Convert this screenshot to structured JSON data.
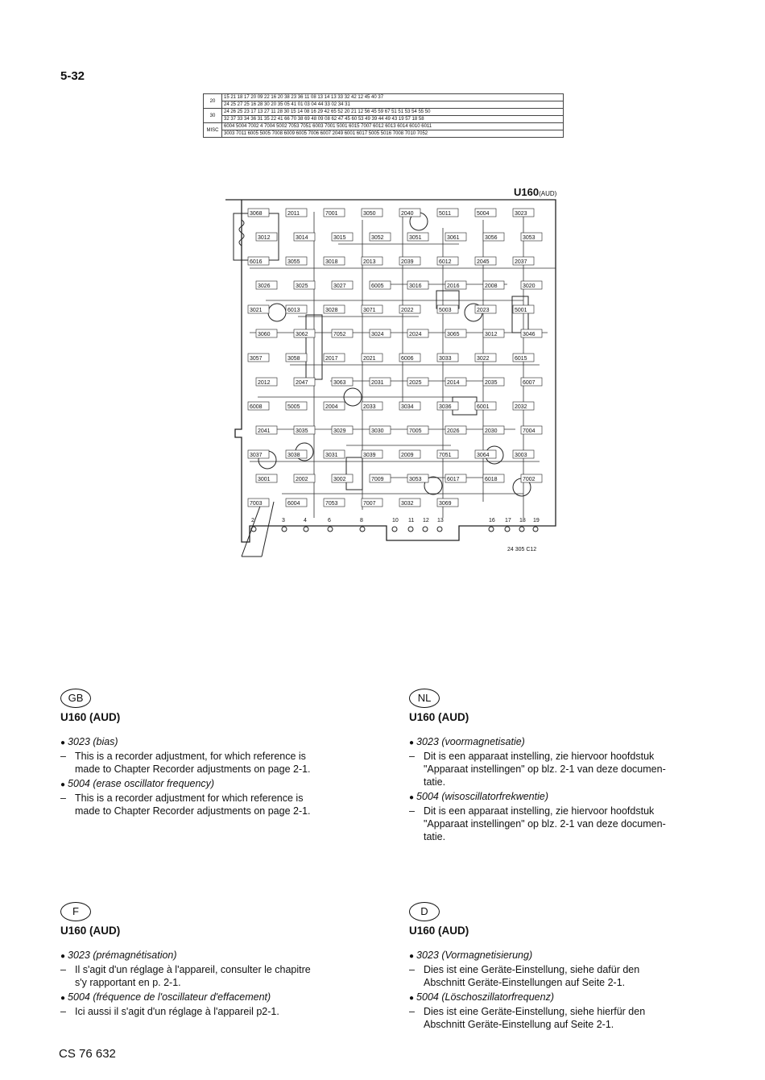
{
  "page_number": "5-32",
  "footer_code": "CS 76 632",
  "grid_table": {
    "rows": [
      {
        "label": "20",
        "lines": [
          "15  21 18  17 20 09  22  16 20 38 23      36 11  08  13        14          13  33  32          42  12          45  40  37",
          "24  25                   27 25    16  28    30  20      35     05  41 01  03 04  44   33   02                             34          31"
        ]
      },
      {
        "label": "30",
        "lines": [
          "24  26 25   23  17 13 27 11 28 30 15 14 08 16 29      42   65 52   20  21 12 56 45 59 67 51 51 53  54 55 50",
          "32  37 33  34  36      31 35 22  41 66 70  38  69 48 09 08 62  47  45           60  53 49 39   44   49  43  19  57 18  58"
        ]
      },
      {
        "label": "MISC",
        "lines": [
          "6004 5004 7002 4 7004    5002  7053         7051              6003  7001 5001  6015 7007 6012   6013        6014  6010 6011",
          "3003         7011   6005  5005 7008 6009 6005 7006 6007 2049 6001 6017   5005   5016  7008  7010  7052"
        ]
      }
    ]
  },
  "board": {
    "title": "U160",
    "title_suffix": "(AUD)",
    "code": "24 305 C12",
    "components": [
      "3068",
      "2011",
      "7001",
      "3050",
      "2040",
      "5011",
      "5004",
      "3023",
      "3012",
      "3014",
      "3015",
      "3052",
      "3051",
      "3061",
      "3056",
      "3053",
      "6016",
      "3055",
      "3018",
      "2013",
      "2039",
      "6012",
      "2045",
      "2037",
      "3026",
      "3025",
      "3027",
      "6005",
      "3016",
      "2016",
      "2008",
      "3020",
      "3021",
      "6013",
      "3028",
      "3071",
      "2022",
      "5003",
      "2023",
      "5001",
      "3060",
      "3062",
      "7052",
      "3024",
      "2024",
      "3065",
      "3012",
      "3046",
      "3057",
      "3058",
      "2017",
      "2021",
      "6006",
      "3033",
      "3022",
      "6015",
      "2012",
      "2047",
      "3063",
      "2031",
      "2025",
      "2014",
      "2035",
      "6007",
      "6008",
      "5005",
      "2004",
      "2033",
      "3034",
      "3036",
      "6001",
      "2032",
      "2041",
      "3035",
      "3029",
      "3030",
      "7005",
      "2026",
      "2030",
      "7004",
      "3037",
      "3038",
      "3031",
      "3039",
      "2009",
      "7051",
      "3064",
      "3003",
      "3001",
      "2002",
      "3002",
      "7009",
      "3053",
      "6017",
      "6018",
      "7002",
      "7003",
      "6004",
      "7053",
      "7007",
      "3032",
      "3069"
    ],
    "pins": [
      "2",
      "3",
      "4",
      "6",
      "8",
      "10",
      "11",
      "12",
      "13",
      "16",
      "17",
      "18",
      "19"
    ]
  },
  "blocks": [
    {
      "lang": "GB",
      "title": "U160 (AUD)",
      "items": [
        {
          "head": "3023 (bias)",
          "lines": [
            "This is a recorder adjustment, for which reference is",
            "made to Chapter Recorder adjustments on page 2-1."
          ]
        },
        {
          "head": "5004 (erase oscillator frequency)",
          "lines": [
            "This is a recorder adjustment for which reference is",
            "made to Chapter Recorder adjustments on page 2-1."
          ]
        }
      ]
    },
    {
      "lang": "NL",
      "title": "U160 (AUD)",
      "items": [
        {
          "head": "3023 (voormagnetisatie)",
          "lines": [
            "Dit is een apparaat instelling, zie hiervoor hoofdstuk",
            "\"Apparaat instellingen\" op blz. 2-1 van deze documen-",
            "tatie."
          ]
        },
        {
          "head": "5004 (wisoscillatorfrekwentie)",
          "lines": [
            "Dit is een apparaat instelling, zie hiervoor hoofdstuk",
            "\"Apparaat instellingen\" op blz. 2-1 van deze documen-",
            "tatie."
          ]
        }
      ]
    },
    {
      "lang": "F",
      "title": "U160 (AUD)",
      "items": [
        {
          "head": "3023 (prémagnétisation)",
          "lines": [
            "Il s'agit d'un réglage à l'appareil, consulter le chapitre",
            "s'y rapportant en p. 2-1."
          ]
        },
        {
          "head": "5004 (fréquence de l'oscillateur d'effacement)",
          "lines": [
            "Ici aussi il s'agit d'un réglage à l'appareil p2-1."
          ]
        }
      ]
    },
    {
      "lang": "D",
      "title": "U160 (AUD)",
      "items": [
        {
          "head": "3023 (Vormagnetisierung)",
          "lines": [
            "Dies ist eine Geräte-Einstellung, siehe dafür den",
            "Abschnitt Geräte-Einstellungen auf Seite 2-1."
          ]
        },
        {
          "head": "5004 (Löschoszillatorfrequenz)",
          "lines": [
            "Dies ist eine Geräte-Einstellung, siehe hierfür den",
            "Abschnitt Geräte-Einstellung auf Seite 2-1."
          ]
        }
      ]
    }
  ]
}
